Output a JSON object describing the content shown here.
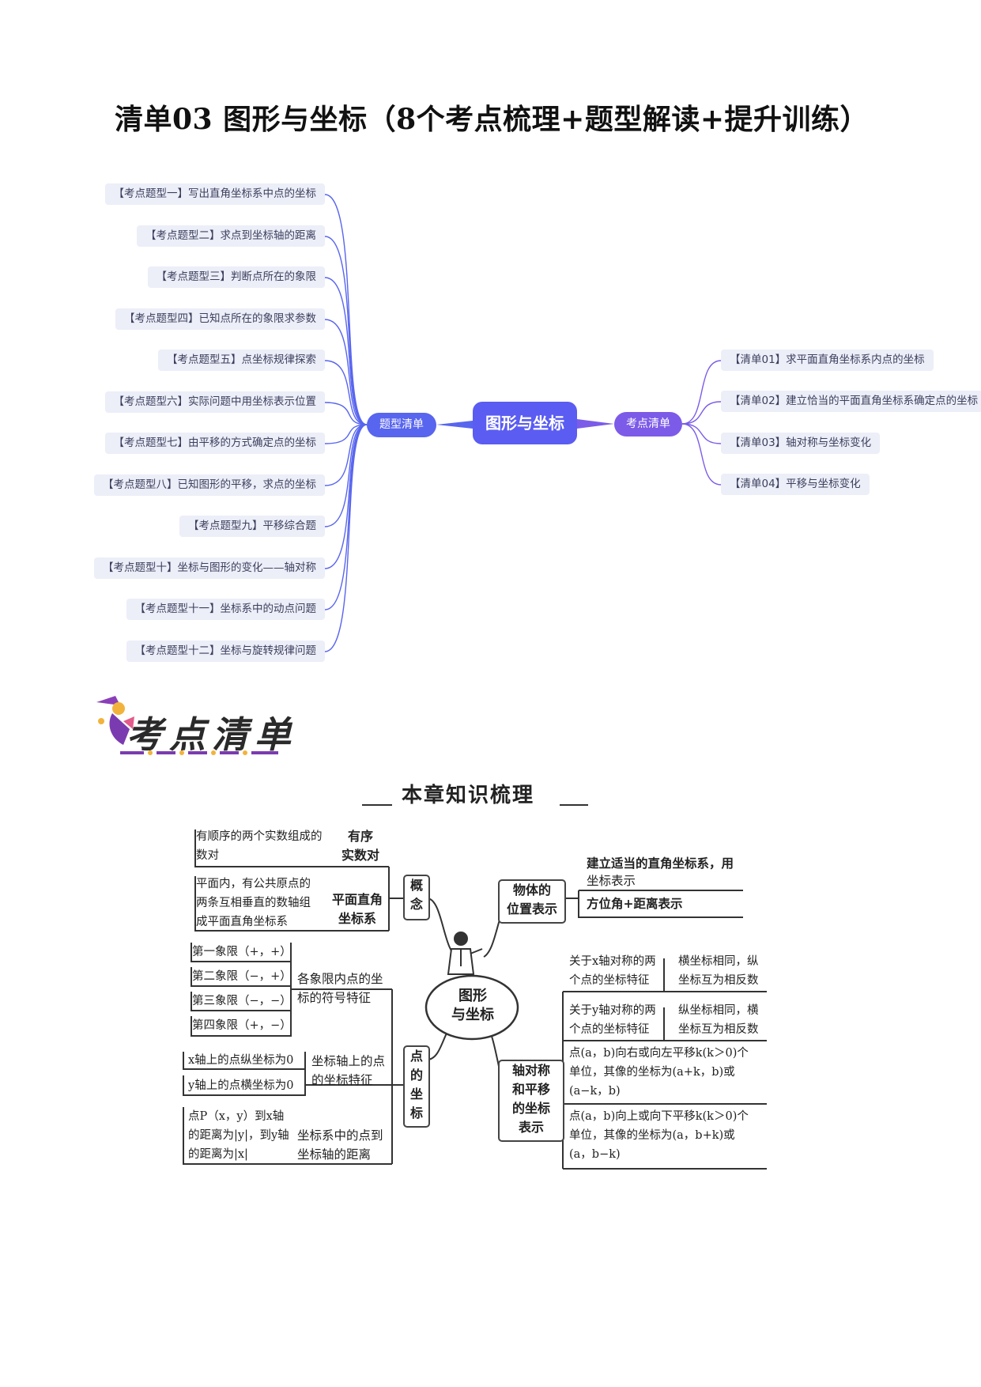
{
  "title": "清单03 图形与坐标（8个考点梳理+题型解读+提升训练）",
  "mindmap": {
    "center": "图形与坐标",
    "left_branch": "题型清单",
    "right_branch": "考点清单",
    "left_items": [
      "【考点题型一】写出直角坐标系中点的坐标",
      "【考点题型二】求点到坐标轴的距离",
      "【考点题型三】判断点所在的象限",
      "【考点题型四】已知点所在的象限求参数",
      "【考点题型五】点坐标规律探索",
      "【考点题型六】实际问题中用坐标表示位置",
      "【考点题型七】由平移的方式确定点的坐标",
      "【考点题型八】已知图形的平移，求点的坐标",
      "【考点题型九】平移综合题",
      "【考点题型十】坐标与图形的变化——轴对称",
      "【考点题型十一】坐标系中的动点问题",
      "【考点题型十二】坐标与旋转规律问题"
    ],
    "right_items": [
      "【清单01】求平面直角坐标系内点的坐标",
      "【清单02】建立恰当的平面直角坐标系确定点的坐标",
      "【清单03】轴对称与坐标变化",
      "【清单04】平移与坐标变化"
    ],
    "colors": {
      "center": "#5a5cf2",
      "left": "#5865ee",
      "right": "#7c5be8",
      "leaf_bg": "#eceef8"
    }
  },
  "banner": {
    "text": "考点清单"
  },
  "knowledge_map": {
    "header": "本章知识梳理",
    "center": [
      "图形",
      "与坐标"
    ],
    "concept": {
      "label": [
        "概",
        "念"
      ],
      "ordered_pair": {
        "desc": [
          "有顺序的两个实数组成的",
          "数对"
        ],
        "name": [
          "有序",
          "实数对"
        ]
      },
      "coord_system": {
        "desc": [
          "平面内，有公共原点的",
          "两条互相垂直的数轴组",
          "成平面直角坐标系"
        ],
        "name": [
          "平面直角",
          "坐标系"
        ]
      }
    },
    "point_coords": {
      "label": [
        "点",
        "的",
        "坐",
        "标"
      ],
      "quadrants": [
        "第一象限（+，+）",
        "第二象限（−，+）",
        "第三象限（−，−）",
        "第四象限（+，−）"
      ],
      "quadrant_feature": [
        "各象限内点的坐",
        "标的符号特征"
      ],
      "axis_points": [
        "x轴上的点纵坐标为0",
        "y轴上的点横坐标为0"
      ],
      "axis_feature": [
        "坐标轴上的点",
        "的坐标特征"
      ],
      "distance_desc": [
        "点P（x，y）到x轴",
        "的距离为|y|，到y轴",
        "的距离为|x|"
      ],
      "distance_feature": [
        "坐标系中的点到",
        "坐标轴的距离"
      ]
    },
    "position": {
      "label": [
        "物体的",
        "位置表示"
      ],
      "items": [
        [
          "建立适当的直角坐标系，用",
          "坐标表示"
        ],
        [
          "方位角+距离表示"
        ]
      ]
    },
    "transform": {
      "label": [
        "轴对称",
        "和平移",
        "的坐标",
        "表示"
      ],
      "x_sym": {
        "desc": [
          "关于x轴对称的两",
          "个点的坐标特征"
        ],
        "rule": [
          "横坐标相同，纵",
          "坐标互为相反数"
        ]
      },
      "y_sym": {
        "desc": [
          "关于y轴对称的两",
          "个点的坐标特征"
        ],
        "rule": [
          "纵坐标相同，横",
          "坐标互为相反数"
        ]
      },
      "h_shift": [
        "点(a，b)向右或向左平移k(k＞0)个",
        "单位，其像的坐标为(a+k，b)或",
        "(a−k，b)"
      ],
      "v_shift": [
        "点(a，b)向上或向下平移k(k＞0)个",
        "单位，其像的坐标为(a，b+k)或",
        "(a，b−k)"
      ]
    }
  }
}
